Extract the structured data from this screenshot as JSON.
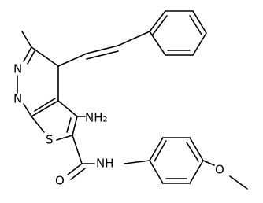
{
  "diagram": {
    "type": "chemical-structure",
    "atoms": {
      "n1": "N",
      "n2": "N",
      "s": "S",
      "nh2": "NH₂",
      "nh": "NH",
      "o_carbonyl": "O",
      "o_methoxy": "O"
    },
    "bond_color": "#000000",
    "background": "#ffffff"
  }
}
